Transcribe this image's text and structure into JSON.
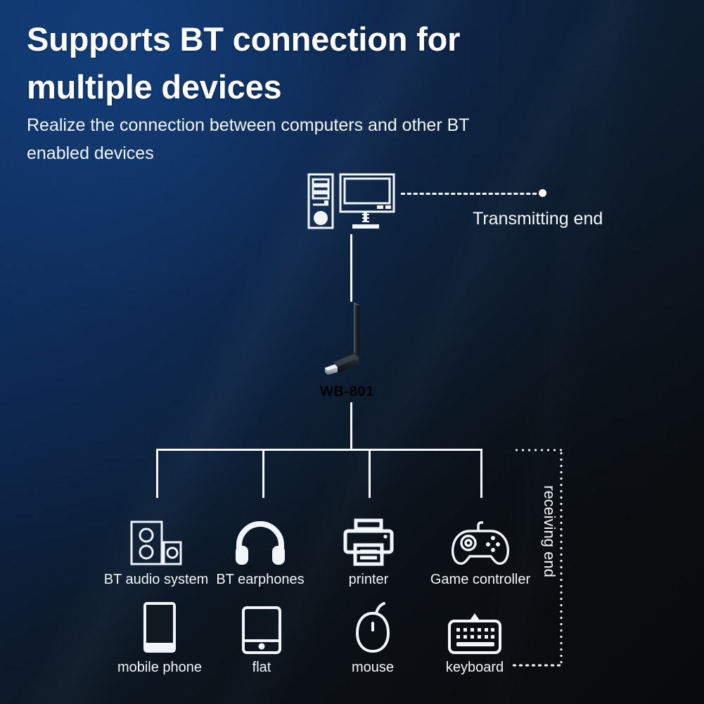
{
  "heading": {
    "title": "Supports BT connection for multiple devices",
    "subtitle": "Realize the connection between computers and other BT enabled devices"
  },
  "diagram": {
    "transmitting_label": "Transmitting end",
    "receiving_label": "receiving end",
    "product_label": "WB-801",
    "source_device": "desktop-computer",
    "rows": [
      {
        "devices": [
          {
            "id": "bt-audio-system",
            "label": "BT audio system",
            "icon": "speaker-icon"
          },
          {
            "id": "bt-earphones",
            "label": "BT earphones",
            "icon": "headphones-icon"
          },
          {
            "id": "printer",
            "label": "printer",
            "icon": "printer-icon"
          },
          {
            "id": "game-controller",
            "label": "Game controller",
            "icon": "gamepad-icon"
          }
        ]
      },
      {
        "devices": [
          {
            "id": "mobile-phone",
            "label": "mobile phone",
            "icon": "smartphone-icon"
          },
          {
            "id": "flat",
            "label": "flat",
            "icon": "tablet-icon"
          },
          {
            "id": "mouse",
            "label": "mouse",
            "icon": "mouse-icon"
          },
          {
            "id": "keyboard",
            "label": "keyboard",
            "icon": "keyboard-icon"
          }
        ]
      }
    ]
  },
  "colors": {
    "background_top_left": "#0d3266",
    "background_bottom_right": "#090a0b",
    "line": "#f4f7fb",
    "text": "#ffffff"
  }
}
